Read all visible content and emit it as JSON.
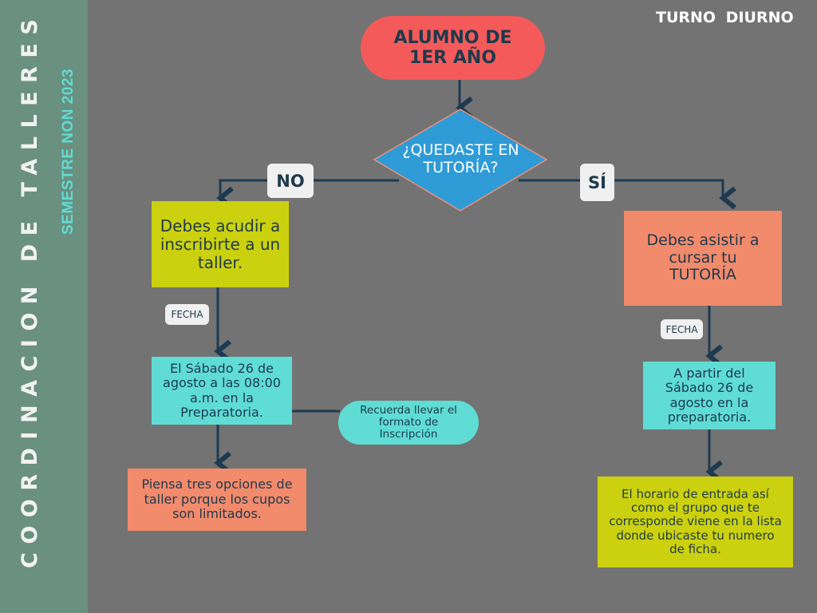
{
  "sidebar": {
    "title": "COORDINACION DE TALLERES",
    "subtitle": "SEMESTRE NON 2023"
  },
  "header": {
    "shift": "TURNO DIURNO"
  },
  "flow": {
    "start": "ALUMNO DE 1ER AÑO",
    "decision": "¿QUEDASTE EN TUTORÍA?",
    "no_label": "NO",
    "yes_label": "SÍ",
    "no_branch": {
      "step1": "Debes acudir a inscribirte a un taller.",
      "date_tag": "FECHA",
      "step2": "El Sábado 26 de agosto a las 08:00 a.m. en la Preparatoria.",
      "note": "Recuerda llevar el formato de Inscripción",
      "step3": "Piensa tres opciones de taller porque los cupos son limitados."
    },
    "yes_branch": {
      "step1": "Debes asistir a cursar tu TUTORÍA",
      "date_tag": "FECHA",
      "step2": "A partir del Sábado 26 de agosto en la preparatoria.",
      "step3": "El horario de entrada así como el grupo que te corresponde viene en la lista donde ubicaste tu numero de ficha."
    }
  },
  "colors": {
    "background": "#737373",
    "sidebar": "#6a9080",
    "start": "#f55a5a",
    "decision": "#2f9bd6",
    "yellow": "#ccd10f",
    "salmon": "#f28a6c",
    "cyan": "#5fdcd4",
    "line": "#1d3a50"
  }
}
